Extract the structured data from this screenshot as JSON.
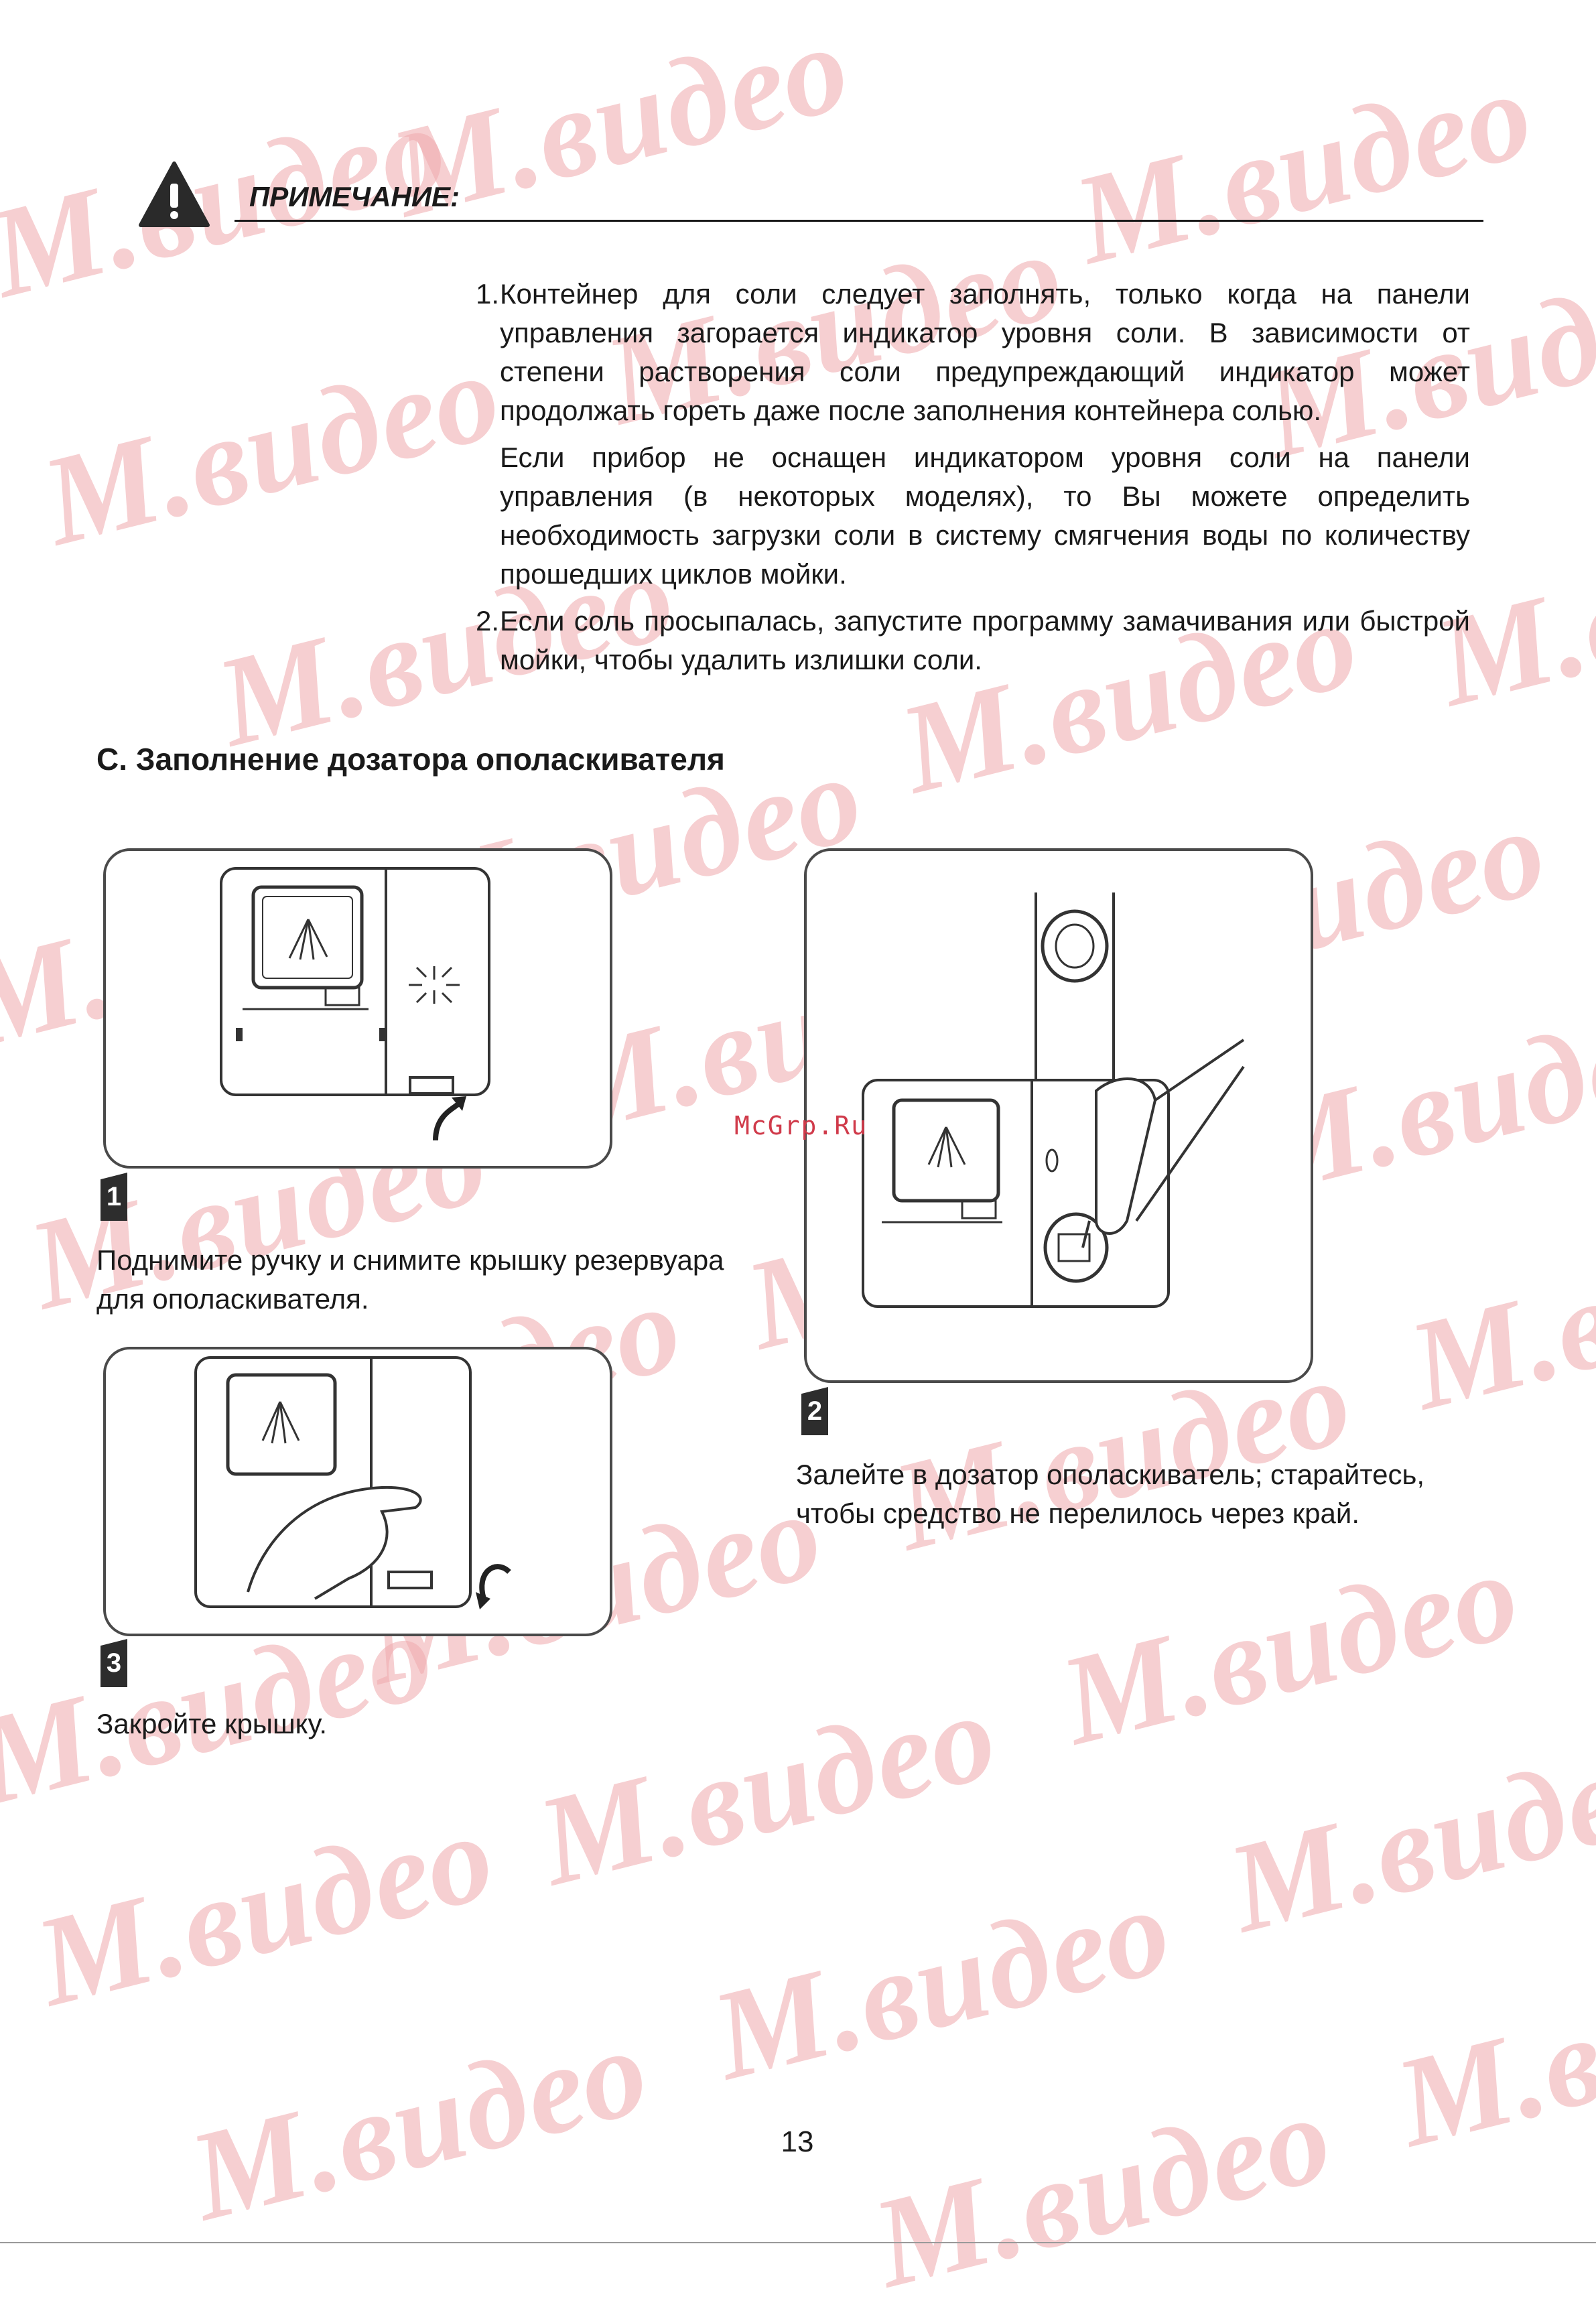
{
  "watermark": {
    "text": "M.видео",
    "color": "#f0a9ad"
  },
  "note": {
    "icon": "warning-triangle-icon",
    "title": "ПРИМЕЧАНИЕ:",
    "items": [
      {
        "number": "1.",
        "paragraphs": [
          "Контейнер для соли следует заполнять, только когда на панели управления загорается индикатор уровня соли. В зависимости от степени растворения соли предупреждающий индикатор может продолжать гореть даже после заполнения контейнера солью.",
          "Если прибор не оснащен индикатором уровня соли на панели управления (в некоторых моделях), то Вы можете определить необходимость загрузки соли в систему смягчения воды по количеству прошедших циклов мойки."
        ]
      },
      {
        "number": "2.",
        "paragraphs": [
          "Если соль просыпалась, запустите программу замачивания или быстрой мойки, чтобы удалить излишки соли."
        ]
      }
    ]
  },
  "section": {
    "title": "C. Заполнение дозатора ополаскивателя"
  },
  "figures": [
    {
      "number": "1",
      "caption": "Поднимите ручку и снимите крышку резервуара для ополаскивателя."
    },
    {
      "number": "2",
      "caption": "Залейте в дозатор ополаскиватель; старайтесь, чтобы средство не перелилось через край."
    },
    {
      "number": "3",
      "caption": "Закройте крышку."
    }
  ],
  "source_mark": "McGrp.Ru",
  "page_number": "13",
  "colors": {
    "text": "#1a1a1a",
    "watermark": "#f0a9ad",
    "source_mark": "#d03a4a"
  }
}
